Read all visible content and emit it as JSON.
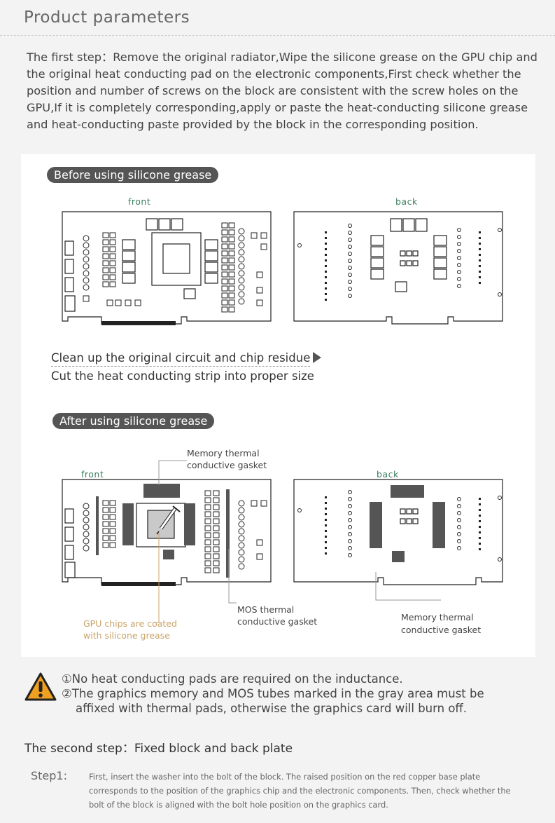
{
  "header": {
    "title": "Product parameters"
  },
  "intro": {
    "text": "The first step：Remove the original radiator,Wipe the silicone grease on the GPU chip and the original heat conducting pad on the electronic components,First check whether the position and number of screws on the block are consistent with the screw holes on the GPU,If it is completely corresponding,apply or paste the heat-conducting silicone grease and heat-conducting paste provided by the block in the corresponding position."
  },
  "before": {
    "title": "Before using silicone grease",
    "front_label": "front",
    "back_label": "back"
  },
  "steps": {
    "clean": "Clean up the original circuit and chip residue",
    "cut": "Cut the heat conducting strip into proper size"
  },
  "after": {
    "title": "After using silicone grease",
    "front_label": "front",
    "back_label": "back",
    "callout_memory_front": [
      "Memory thermal",
      "conductive gasket"
    ],
    "callout_mos": [
      "MOS thermal",
      "conductive gasket"
    ],
    "callout_gpu": [
      "GPU chips are coated",
      "with silicone grease"
    ],
    "callout_memory_back": [
      "Memory thermal",
      "conductive gasket"
    ]
  },
  "warning": {
    "line1": "①No heat conducting pads are required on the inductance.",
    "line2": "②The graphics memory and MOS tubes marked in the gray area must be",
    "line3": "affixed with thermal pads, otherwise the graphics card will burn off.",
    "icon": "warning-icon",
    "color": "#f0a020"
  },
  "step2": {
    "title": "The second step：Fixed block and back plate"
  },
  "step1": {
    "label": "Step1:",
    "text": "First, insert the washer into the bolt of the block. The raised position on the red copper base plate corresponds to the position of the graphics chip and the electronic components. Then, check whether the bolt of the block is aligned with the bolt hole position on the graphics card."
  }
}
